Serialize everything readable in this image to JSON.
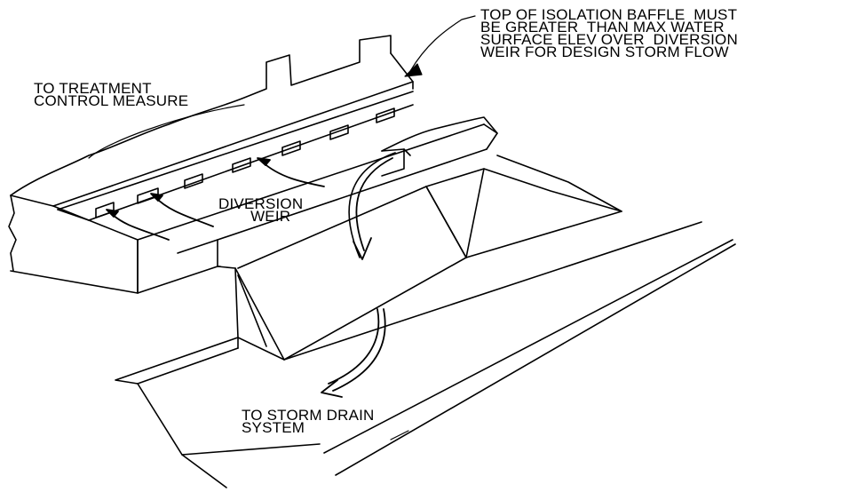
{
  "diagram": {
    "title": "",
    "labels": {
      "baffle_note": [
        "TOP OF ISOLATION BAFFLE  MUST",
        "BE GREATER  THAN MAX WATER",
        "SURFACE ELEV OVER  DIVERSION",
        "WEIR FOR DESIGN STORM FLOW"
      ],
      "treatment": [
        "TO TREATMENT",
        "CONTROL MEASURE"
      ],
      "diversion_weir": [
        "DIVERSION",
        "WEIR"
      ],
      "storm_drain": [
        "TO STORM DRAIN",
        "SYSTEM"
      ]
    },
    "colors": {
      "line": "#000000",
      "background": "#ffffff"
    }
  }
}
